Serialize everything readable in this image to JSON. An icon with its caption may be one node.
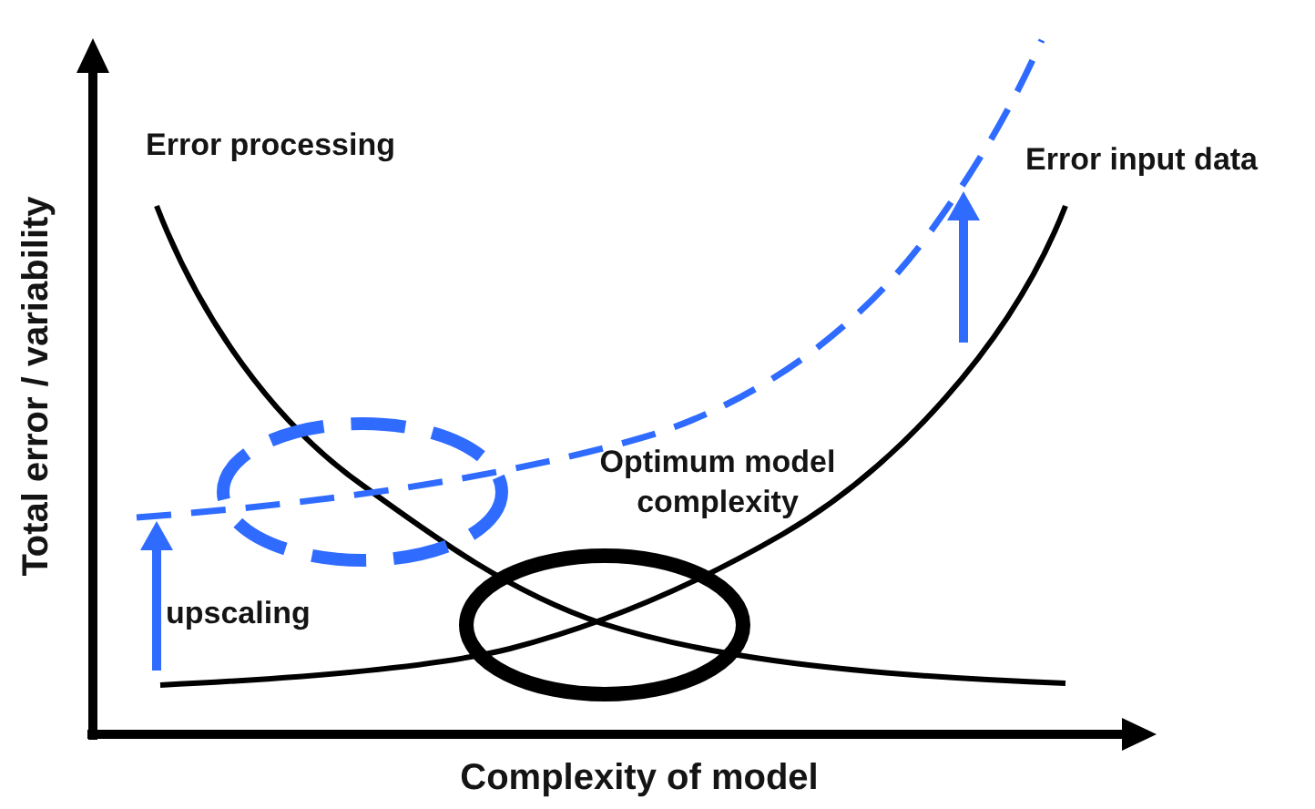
{
  "diagram": {
    "nodes": [
      {
        "text": [],
        "shape": "ellipse"
      },
      {
        "text": [],
        "shape": "ellipse"
      }
    ],
    "labels": [
      "Error processing",
      "Error input data",
      "Total error / variability",
      "Optimum model complexity",
      "upscaling",
      "Complexity of model"
    ]
  }
}
